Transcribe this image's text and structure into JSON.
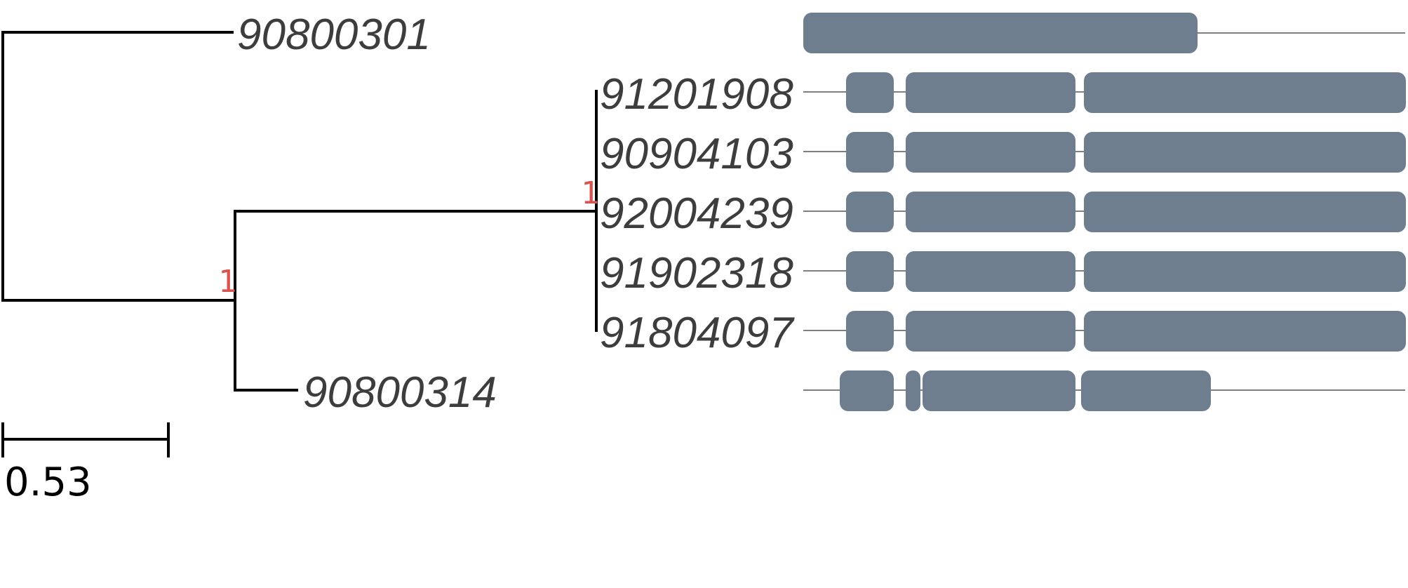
{
  "tree": {
    "leaves": [
      {
        "id": "90800301",
        "label": "90800301"
      },
      {
        "id": "91201908",
        "label": "91201908"
      },
      {
        "id": "90904103",
        "label": "90904103"
      },
      {
        "id": "92004239",
        "label": "92004239"
      },
      {
        "id": "91902318",
        "label": "91902318"
      },
      {
        "id": "91804097",
        "label": "91804097"
      },
      {
        "id": "90800314",
        "label": "90800314"
      }
    ],
    "support_values": [
      {
        "id": "support-inner-clade",
        "label": "1"
      },
      {
        "id": "support-root-clade",
        "label": "1"
      }
    ],
    "scale_bar": {
      "label": "0.53"
    }
  },
  "colors": {
    "branch": "#000000",
    "leaf_label": "#3d3d3d",
    "support_label": "#d9534f",
    "domain_block": "#6f7e8f",
    "track_line": "#555555"
  }
}
